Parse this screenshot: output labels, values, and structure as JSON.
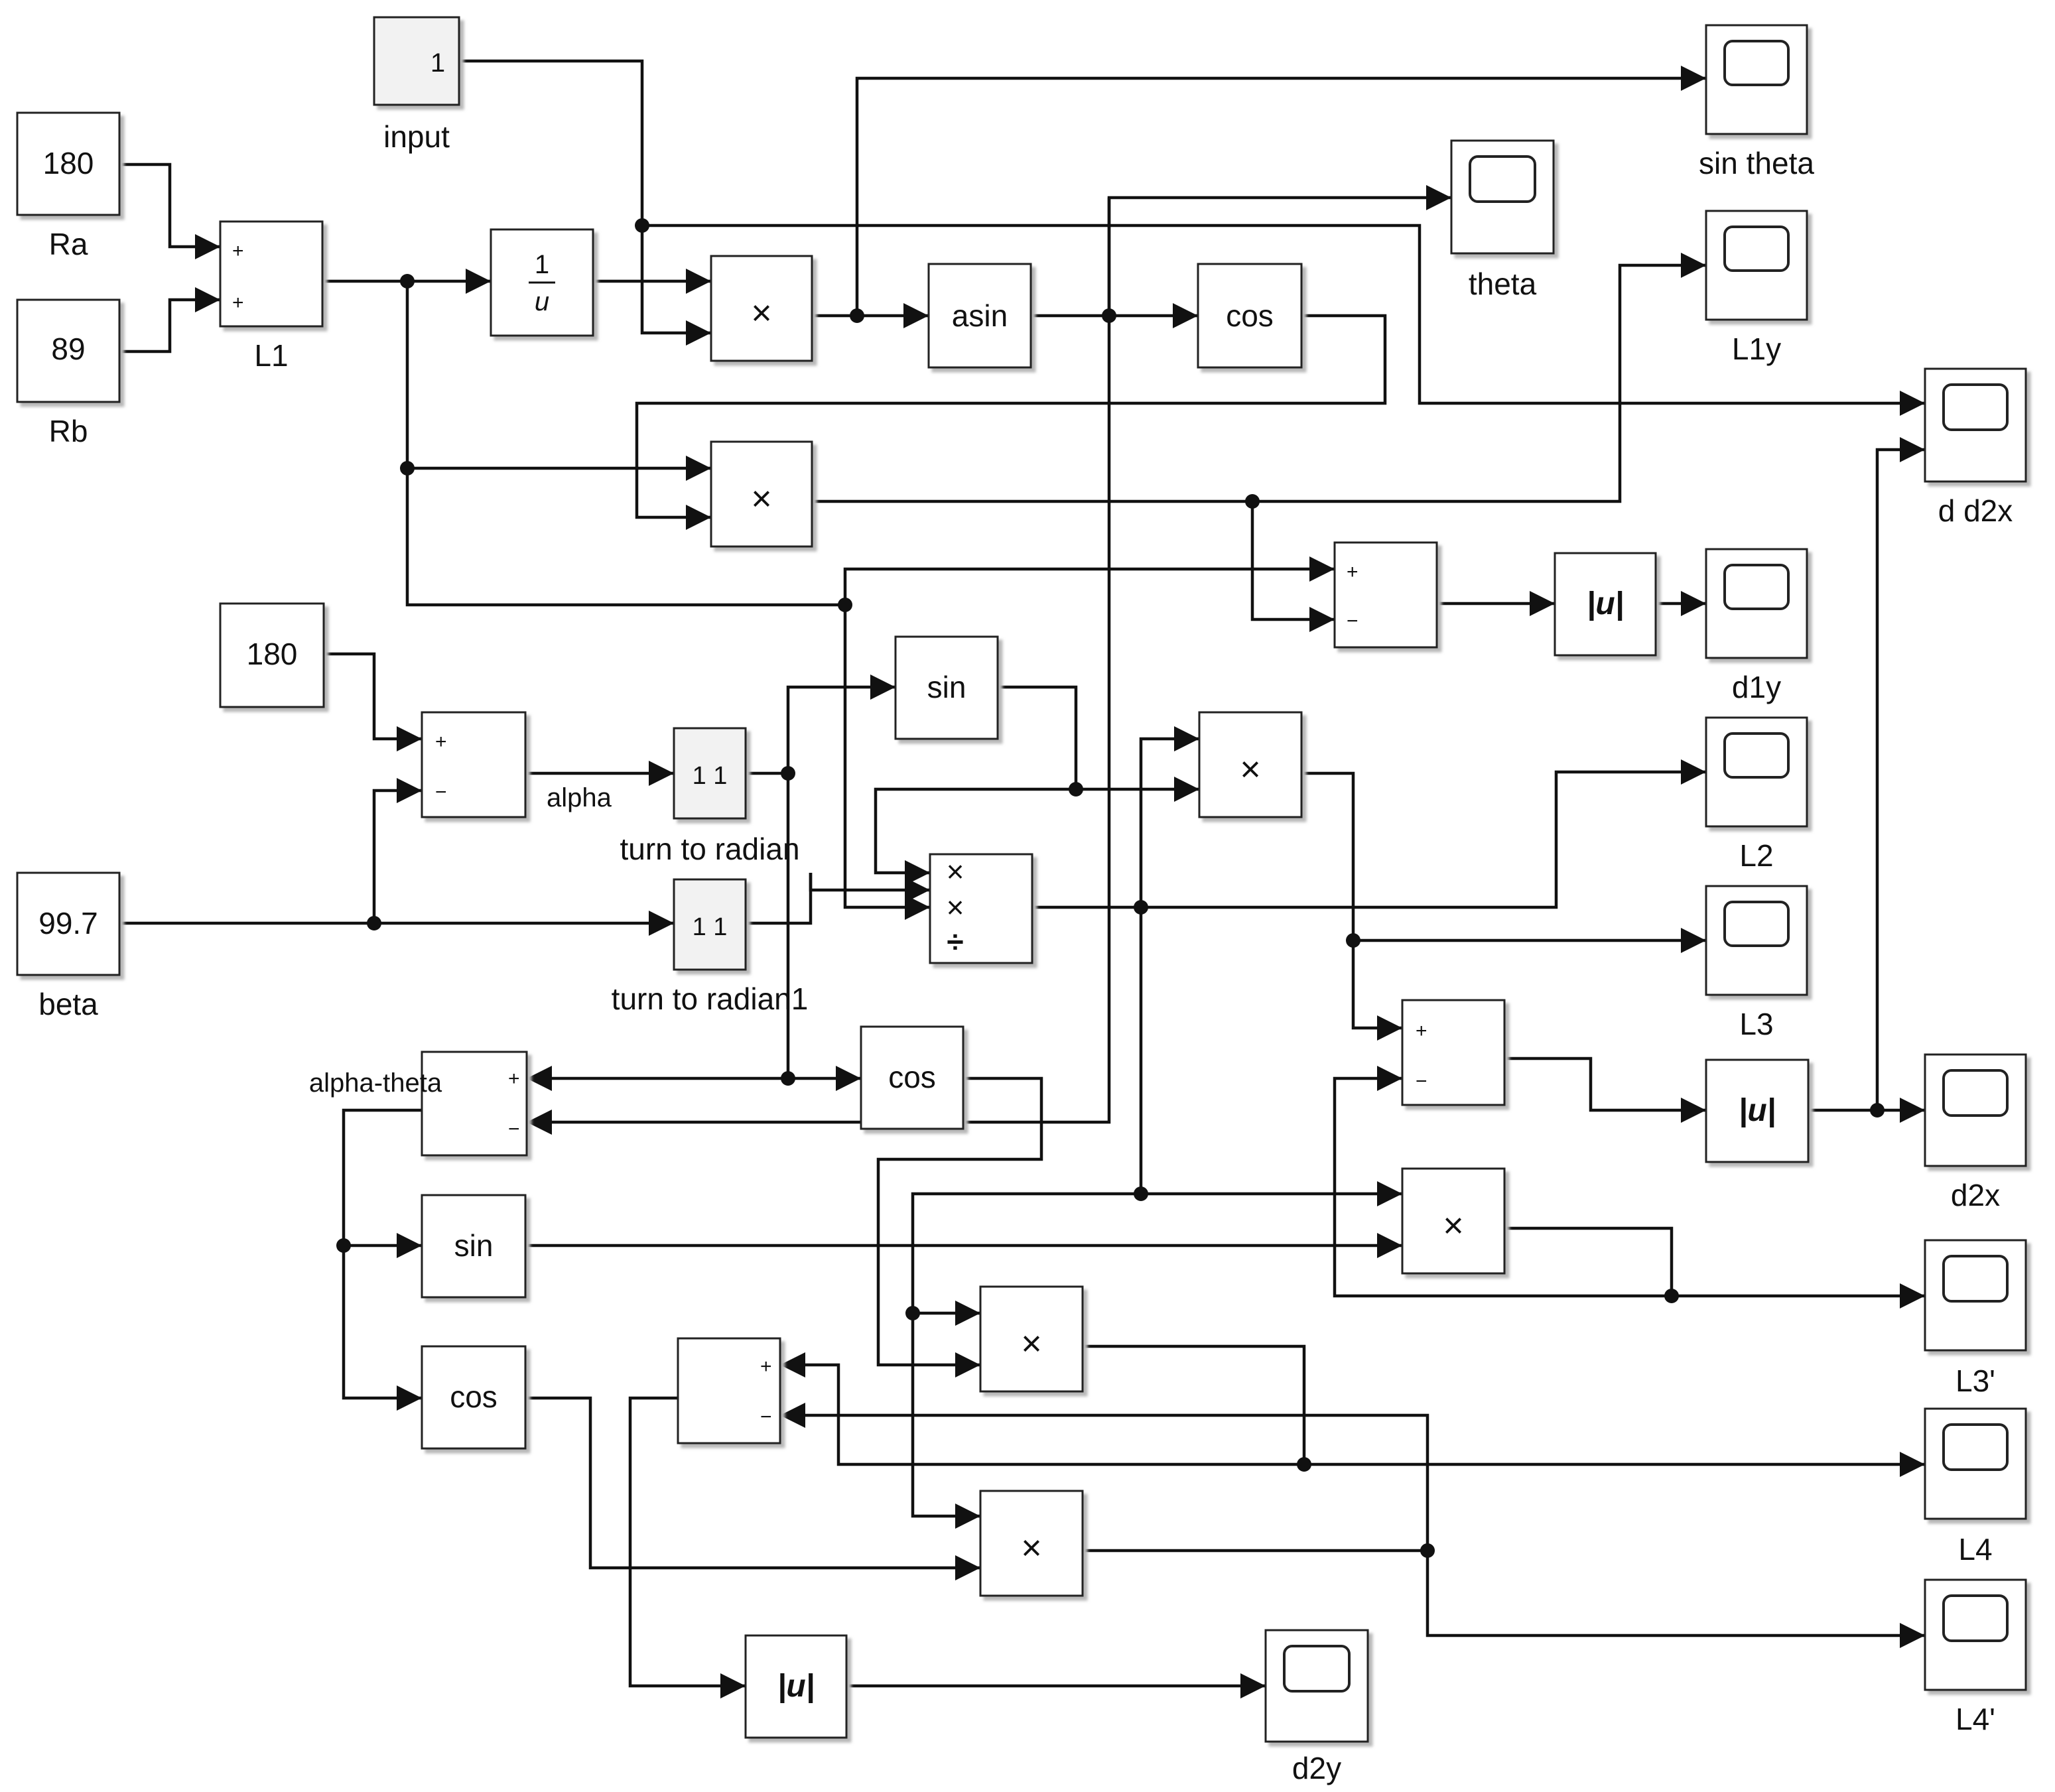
{
  "colors": {
    "line": "#111111",
    "block_border": "#222222",
    "block_fill": "#ffffff",
    "shadow": "#b8b8b8",
    "background": "#ffffff"
  },
  "blocks": {
    "input": {
      "value": "1",
      "label": "input"
    },
    "ra": {
      "value": "180",
      "label": "Ra"
    },
    "rb": {
      "value": "89",
      "label": "Rb"
    },
    "sum_l1": {
      "label": "L1",
      "sign1": "+",
      "sign2": "+"
    },
    "recip": {
      "num": "1",
      "den": "u"
    },
    "prod1": {
      "symbol": "×"
    },
    "asin": {
      "text": "asin"
    },
    "cos_theta": {
      "text": "cos"
    },
    "prod2": {
      "symbol": "×"
    },
    "sum_d1y": {
      "sign1": "+",
      "sign2": "−"
    },
    "abs_d1y": {
      "text": "|u|"
    },
    "c180b": {
      "value": "180"
    },
    "sum_alpha": {
      "sign1": "+",
      "sign2": "−",
      "out_label": "alpha"
    },
    "beta": {
      "value": "99.7",
      "label": "beta"
    },
    "rad1": {
      "text": "1  1",
      "label": "turn to radian"
    },
    "rad2": {
      "text": "1  1",
      "label": "turn to radian1"
    },
    "sin_alpha": {
      "text": "sin"
    },
    "prod_l3": {
      "symbol": "×"
    },
    "prod_div": {
      "s1": "×",
      "s2": "×",
      "s3": "÷"
    },
    "cos_alpha": {
      "text": "cos"
    },
    "sum_at": {
      "label": "alpha-theta",
      "sign1": "+",
      "sign2": "−"
    },
    "sin_at": {
      "text": "sin"
    },
    "cos_at": {
      "text": "cos"
    },
    "sum_d2x": {
      "sign1": "+",
      "sign2": "−"
    },
    "abs_d2x": {
      "text": "|u|"
    },
    "prod_l3p": {
      "symbol": "×"
    },
    "prod_l4": {
      "symbol": "×"
    },
    "prod_l4p": {
      "symbol": "×"
    },
    "sum_d2y": {
      "sign1": "+",
      "sign2": "−"
    },
    "abs_d2y": {
      "text": "|u|"
    }
  },
  "scopes": {
    "sin_theta": "sin theta",
    "theta": "theta",
    "l1y": "L1y",
    "d_d2x": "d d2x",
    "d1y": "d1y",
    "l2": "L2",
    "l3": "L3",
    "d2x": "d2x",
    "l3p": "L3'",
    "l4": "L4",
    "l4p": "L4'",
    "d2y": "d2y"
  }
}
